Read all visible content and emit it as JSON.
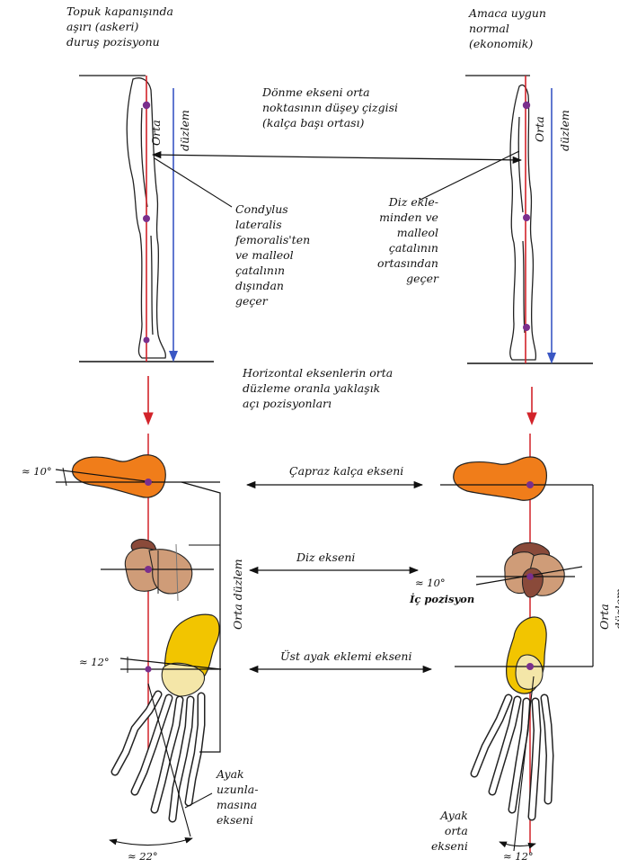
{
  "left_column": {
    "title": "Topuk kapanışında\naşırı (askeri)\nduruş pozisyonu",
    "condylus_note": "Condylus\nlateralis\nfemoralis'ten\nve malleol\nçatalının\ndışından\ngeçer",
    "hip_angle": "≈ 10°",
    "ankle_angle": "≈ 12°",
    "foot_axis_label": "Ayak\nuzunla-\nmasına\nekseni",
    "foot_angle": "≈ 22°",
    "orta_duzlem_vertical": "Orta düzlem"
  },
  "right_column": {
    "title": "Amaca uygun\nnormal\n(ekonomik)",
    "knee_note": "Diz ekle-\nminden ve\nmalleol\nçatalının\nortasından\ngeçer",
    "knee_angle": "≈ 10°",
    "ic_pozisyon": "İç pozisyon",
    "foot_axis_label": "Ayak\norta\nekseni",
    "foot_angle": "≈ 12°",
    "orta_duzlem_vertical": "Orta düzlem"
  },
  "upper_side_labels": {
    "orta": "Orta",
    "duzlem": "düzlem"
  },
  "center": {
    "rotation_axis_note": "Dönme ekseni orta\nnoktasının düşey çizgisi\n(kalça başı ortası)",
    "horizontal_axes_note": "Horizontal eksenlerin orta\ndüzleme oranla yaklaşık\naçı pozisyonları",
    "hip_axis": "Çapraz kalça ekseni",
    "knee_axis": "Diz ekseni",
    "ankle_axis": "Üst ayak eklemi ekseni"
  },
  "colors": {
    "red_line": "#d2232a",
    "blue_line": "#3a57c4",
    "joint_marker": "#7a2f8c",
    "hip_bone": "#f07d1a",
    "knee_light": "#cf9c78",
    "knee_dark": "#8a4a3a",
    "talus": "#f2c500",
    "talus_light": "#f4e6a8"
  }
}
